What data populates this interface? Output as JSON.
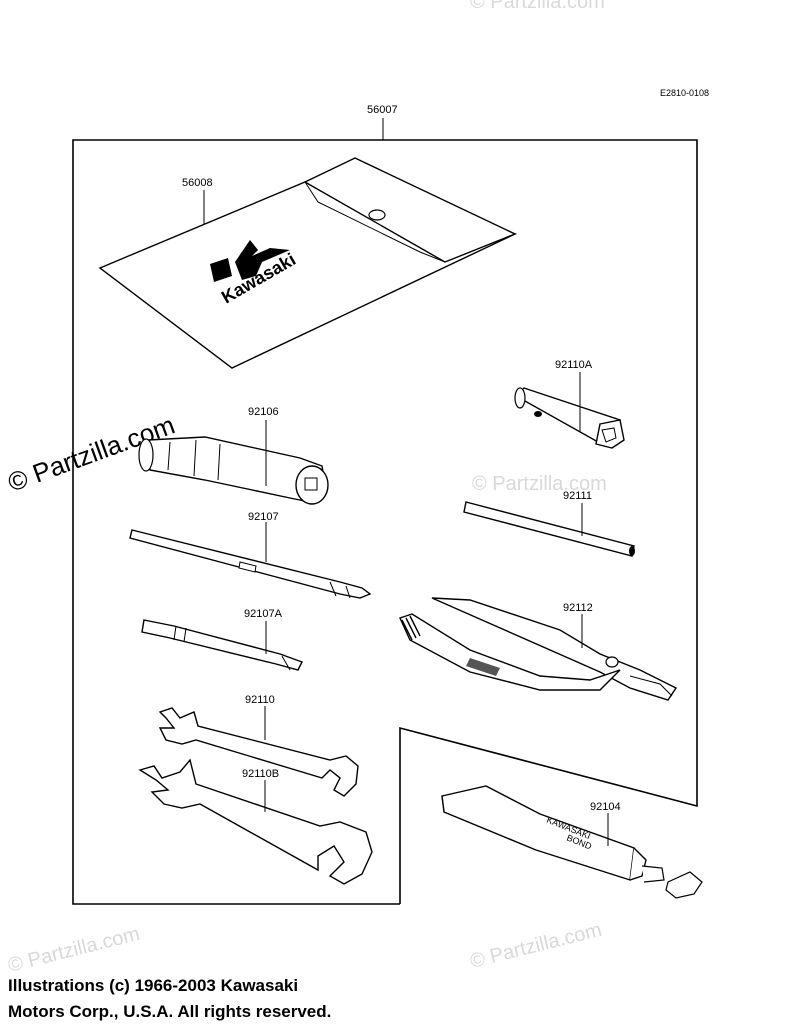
{
  "ref_code": "E2810-0108",
  "callouts": {
    "p56007": "56007",
    "p56008": "56008",
    "p92110A": "92110A",
    "p92106": "92106",
    "p92111": "92111",
    "p92107": "92107",
    "p92107A": "92107A",
    "p92112": "92112",
    "p92110": "92110",
    "p92110B": "92110B",
    "p92104": "92104"
  },
  "logo_text": "Kawasaki",
  "tube_text_1": "KAWASAKI",
  "tube_text_2": "BOND",
  "watermark": "© Partzilla.com",
  "watermark_main": "© Partzilla.com",
  "copyright_line_1": "Illustrations (c) 1966-2003 Kawasaki",
  "copyright_line_2": "Motors Corp., U.S.A.  All rights reserved."
}
